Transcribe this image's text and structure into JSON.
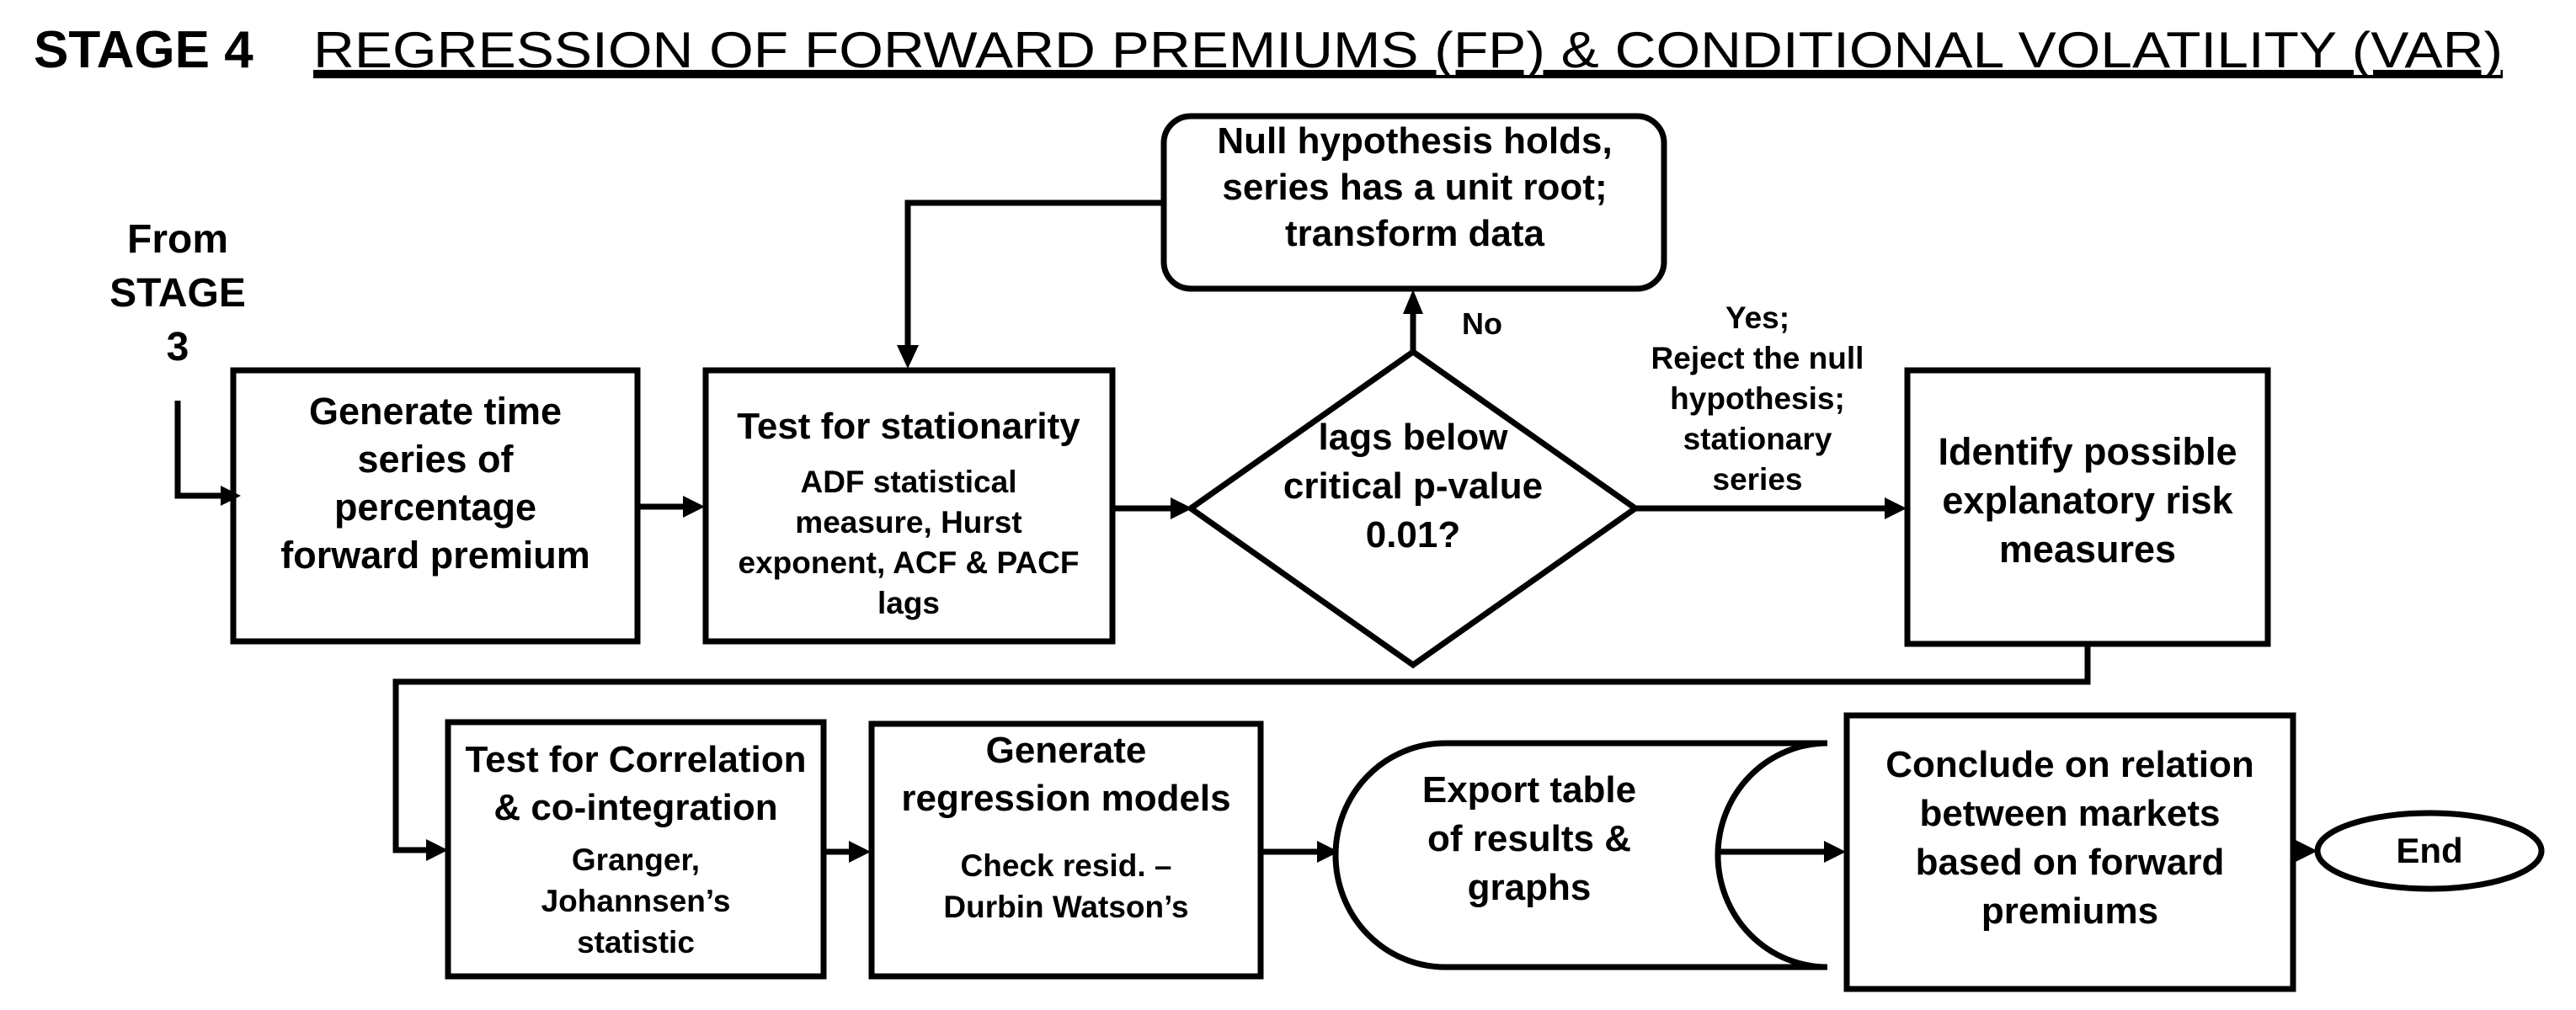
{
  "header": {
    "stage": "STAGE 4",
    "title": "REGRESSION OF FORWARD PREMIUMS (FP) & CONDITIONAL VOLATILITY (VAR)"
  },
  "from_label": [
    "From",
    "STAGE",
    "3"
  ],
  "nodes": {
    "generate_series": {
      "title": [
        "Generate time",
        "series of",
        "percentage",
        "forward premium"
      ]
    },
    "test_stationarity": {
      "title": [
        "Test for stationarity"
      ],
      "detail": [
        "ADF statistical",
        "measure, Hurst",
        "exponent, ACF & PACF",
        "lags"
      ]
    },
    "decision": {
      "title": [
        "lags  below",
        "critical p-value",
        "0.01?"
      ]
    },
    "null_holds": {
      "title": [
        "Null hypothesis holds,",
        "series has a unit root;",
        "transform data"
      ]
    },
    "identify_risk": {
      "title": [
        "Identify possible",
        "explanatory risk",
        "measures"
      ]
    },
    "test_correlation": {
      "title": [
        "Test for Correlation",
        "& co-integration"
      ],
      "detail": [
        "Granger,",
        "Johannsen’s",
        "statistic"
      ]
    },
    "regression_models": {
      "title": [
        "Generate",
        "regression models"
      ],
      "detail": [
        "Check resid. –",
        "Durbin Watson’s"
      ]
    },
    "export_table": {
      "title": [
        "Export table",
        "of results &",
        "graphs"
      ]
    },
    "conclude": {
      "title": [
        "Conclude on relation",
        "between markets",
        "based on forward",
        "premiums"
      ]
    },
    "end": {
      "title": [
        "End"
      ]
    }
  },
  "edge_labels": {
    "no": [
      "No"
    ],
    "yes": [
      "Yes;",
      "Reject the null",
      "hypothesis;",
      "stationary",
      "series"
    ]
  }
}
